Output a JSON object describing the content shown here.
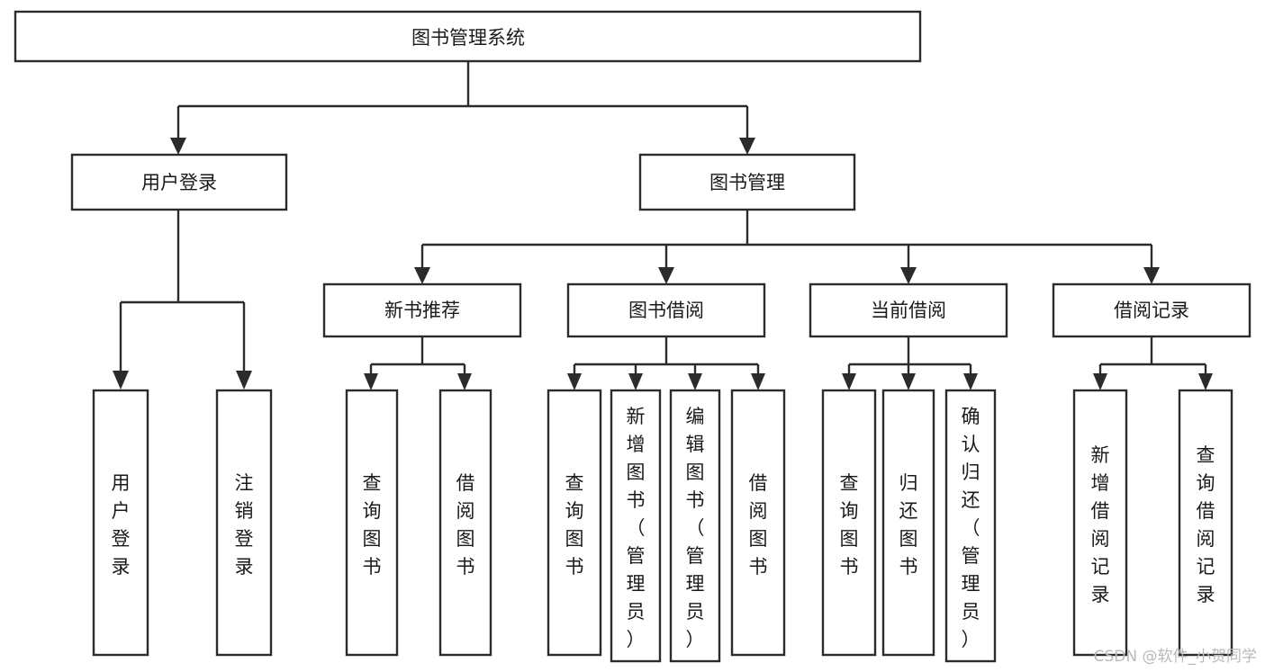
{
  "diagram": {
    "title": "图书管理系统",
    "type": "tree-hierarchy-chart",
    "root": {
      "id": "root",
      "label": "图书管理系统",
      "orientation": "horizontal"
    },
    "level2": [
      {
        "id": "user-login",
        "label": "用户登录",
        "orientation": "horizontal"
      },
      {
        "id": "book-management",
        "label": "图书管理",
        "orientation": "horizontal"
      }
    ],
    "level3": [
      {
        "id": "new-book-recommend",
        "label": "新书推荐",
        "orientation": "horizontal",
        "parent": "book-management"
      },
      {
        "id": "book-borrow",
        "label": "图书借阅",
        "orientation": "horizontal",
        "parent": "book-management"
      },
      {
        "id": "current-borrow",
        "label": "当前借阅",
        "orientation": "horizontal",
        "parent": "book-management"
      },
      {
        "id": "borrow-record",
        "label": "借阅记录",
        "orientation": "horizontal",
        "parent": "book-management"
      }
    ],
    "leaves": [
      {
        "id": "leaf-user-login",
        "label": "用户登录",
        "orientation": "vertical",
        "parent": "user-login"
      },
      {
        "id": "leaf-user-logout",
        "label": "注销登录",
        "orientation": "vertical",
        "parent": "user-login"
      },
      {
        "id": "leaf-query-book-1",
        "label": "查询图书",
        "orientation": "vertical",
        "parent": "new-book-recommend"
      },
      {
        "id": "leaf-borrow-book-1",
        "label": "借阅图书",
        "orientation": "vertical",
        "parent": "new-book-recommend"
      },
      {
        "id": "leaf-query-book-2",
        "label": "查询图书",
        "orientation": "vertical",
        "parent": "book-borrow"
      },
      {
        "id": "leaf-add-book",
        "label": "新增图书（管理员）",
        "orientation": "vertical",
        "parent": "book-borrow"
      },
      {
        "id": "leaf-edit-book",
        "label": "编辑图书（管理员）",
        "orientation": "vertical",
        "parent": "book-borrow"
      },
      {
        "id": "leaf-borrow-book-2",
        "label": "借阅图书",
        "orientation": "vertical",
        "parent": "book-borrow"
      },
      {
        "id": "leaf-query-book-3",
        "label": "查询图书",
        "orientation": "vertical",
        "parent": "current-borrow"
      },
      {
        "id": "leaf-return-book",
        "label": "归还图书",
        "orientation": "vertical",
        "parent": "current-borrow"
      },
      {
        "id": "leaf-confirm-return",
        "label": "确认归还（管理员）",
        "orientation": "vertical",
        "parent": "current-borrow"
      },
      {
        "id": "leaf-add-record",
        "label": "新增借阅记录",
        "orientation": "vertical",
        "parent": "borrow-record"
      },
      {
        "id": "leaf-query-record",
        "label": "查询借阅记录",
        "orientation": "vertical",
        "parent": "borrow-record"
      }
    ],
    "watermark": "CSDN @软件_小贺同学",
    "colors": {
      "stroke": "#2b2b2b",
      "fill": "#ffffff",
      "text": "#1a1a1a",
      "watermark": "#b9b9b9"
    }
  }
}
